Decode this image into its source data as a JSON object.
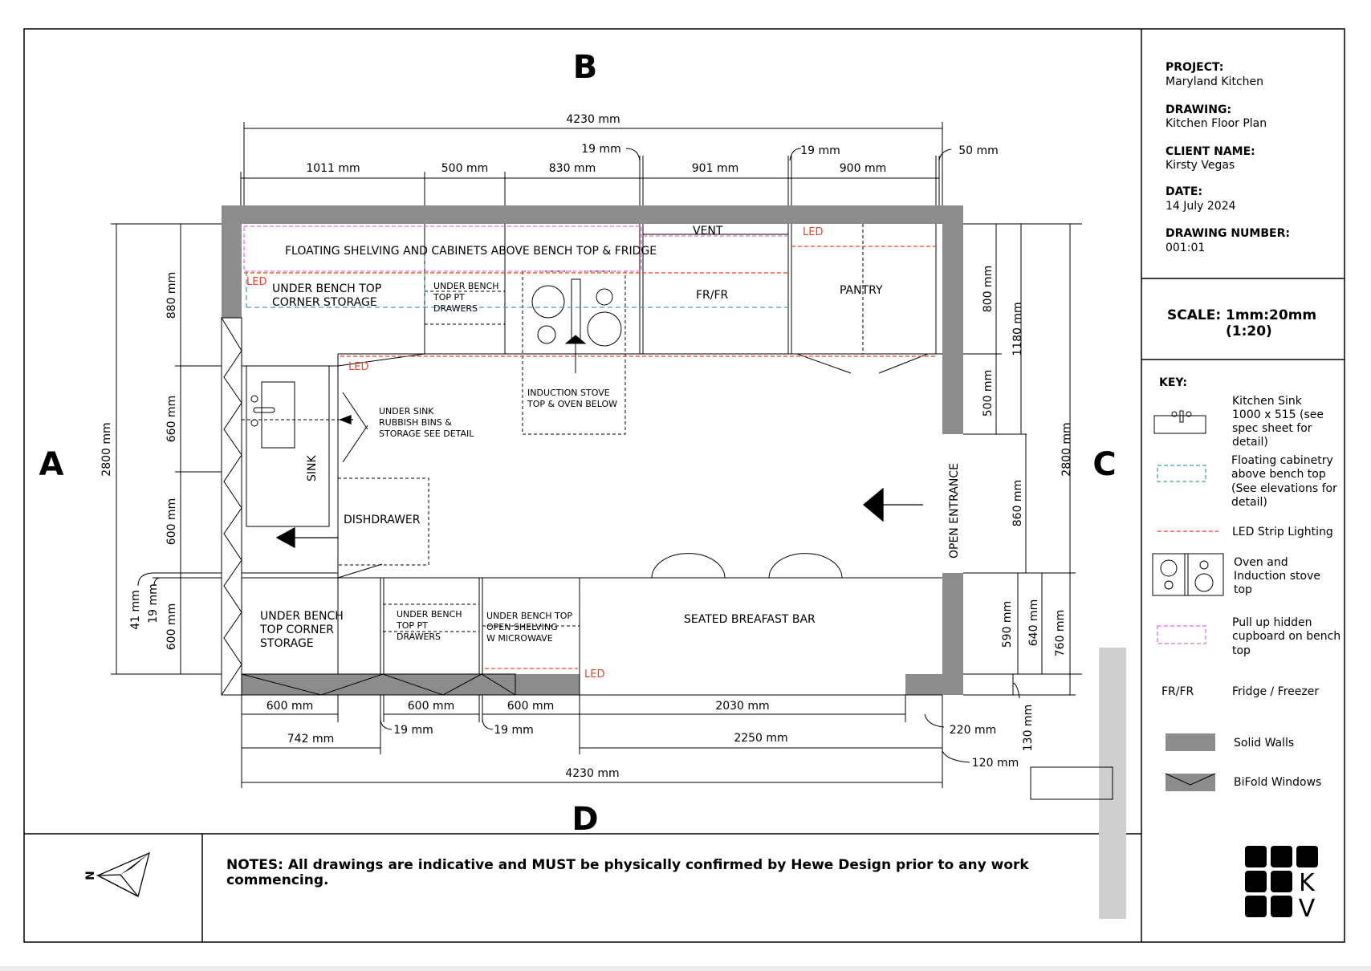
{
  "elevations": {
    "b": "B",
    "a": "A",
    "c": "C",
    "d": "D"
  },
  "title_block": {
    "project_label": "PROJECT:",
    "project": "Maryland Kitchen",
    "drawing_label": "DRAWING:",
    "drawing": "Kitchen Floor Plan",
    "client_label": "CLIENT NAME:",
    "client": "Kirsty Vegas",
    "date_label": "DATE:",
    "date": "14 July 2024",
    "number_label": "DRAWING NUMBER:",
    "number": "001:01",
    "scale_label": "SCALE:",
    "scale": "1mm:20mm",
    "scale_ratio": "(1:20)"
  },
  "key": {
    "title": "KEY:",
    "items": [
      {
        "lines": [
          "Kitchen Sink",
          "1000 x 515 (see",
          "spec sheet for",
          "detail)"
        ]
      },
      {
        "lines": [
          "Floating cabinetry",
          "above bench top",
          "(See elevations for",
          "detail)"
        ]
      },
      {
        "lines": [
          "LED Strip Lighting"
        ]
      },
      {
        "lines": [
          "Oven and",
          "Induction stove",
          "top"
        ]
      },
      {
        "lines": [
          "Pull up hidden",
          "cupboard on bench",
          "top"
        ]
      },
      {
        "symbol": "FR/FR",
        "lines": [
          "Fridge / Freezer"
        ]
      },
      {
        "lines": [
          "Solid Walls"
        ]
      },
      {
        "lines": [
          "BiFold Windows"
        ]
      }
    ]
  },
  "notes": {
    "line1": "NOTES:  All drawings are indicative and MUST be physically confirmed by Hewe Design prior to any work",
    "line2": "commencing."
  },
  "compass": {
    "north": "N"
  },
  "logo": {
    "k": "K",
    "v": "V"
  },
  "colors": {
    "wall": "#8c8c8c",
    "led": "#e8452c",
    "floating": "#4d9aa6",
    "hidden": "#de6fe0",
    "window_strip": "#cfcfcf"
  },
  "labels": {
    "floating_shelving": "FLOATING SHELVING AND CABINETS ABOVE BENCH TOP & FRIDGE",
    "vent": "VENT",
    "fr_fr": "FR/FR",
    "pantry": "PANTRY",
    "corner_storage_top": [
      "UNDER BENCH TOP",
      "CORNER STORAGE"
    ],
    "pt_drawers_top": [
      "UNDER BENCH",
      "TOP PT",
      "DRAWERS"
    ],
    "induction": [
      "INDUCTION STOVE",
      "TOP & OVEN BELOW"
    ],
    "under_sink": [
      "UNDER SINK",
      "RUBBISH BINS &",
      "STORAGE SEE DETAIL"
    ],
    "sink": "SINK",
    "dishdrawer": "DISHDRAWER",
    "corner_storage_bottom": [
      "UNDER BENCH",
      "TOP CORNER",
      "STORAGE"
    ],
    "pt_drawers_bottom": [
      "UNDER BENCH",
      "TOP PT",
      "DRAWERS"
    ],
    "open_shelving": [
      "UNDER BENCH TOP",
      "OPEN SHELVING",
      "W MICROWAVE"
    ],
    "breakfast_bar": "SEATED BREAFAST BAR",
    "open_entrance": "OPEN ENTRANCE",
    "led": "LED"
  },
  "dimensions": {
    "top_overall": "4230 mm",
    "top_19a": "19 mm",
    "top_19b": "19 mm",
    "top_50": "50 mm",
    "top_1011": "1011 mm",
    "top_500": "500 mm",
    "top_830": "830 mm",
    "top_901": "901 mm",
    "top_900": "900 mm",
    "left_2800": "2800 mm",
    "left_880": "880 mm",
    "left_660": "660 mm",
    "left_600a": "600 mm",
    "left_41": "41 mm",
    "left_19": "19 mm",
    "left_600b": "600 mm",
    "right_800": "800 mm",
    "right_500": "500 mm",
    "right_1180": "1180 mm",
    "right_860": "860 mm",
    "right_2800": "2800 mm",
    "right_590": "590 mm",
    "right_640": "640 mm",
    "right_760": "760 mm",
    "right_130": "130 mm",
    "bot_600a": "600 mm",
    "bot_600b": "600 mm",
    "bot_600c": "600 mm",
    "bot_2030": "2030 mm",
    "bot_742": "742 mm",
    "bot_19a": "19 mm",
    "bot_19b": "19 mm",
    "bot_220": "220 mm",
    "bot_2250": "2250 mm",
    "bot_120": "120 mm",
    "bot_overall": "4230 mm"
  }
}
